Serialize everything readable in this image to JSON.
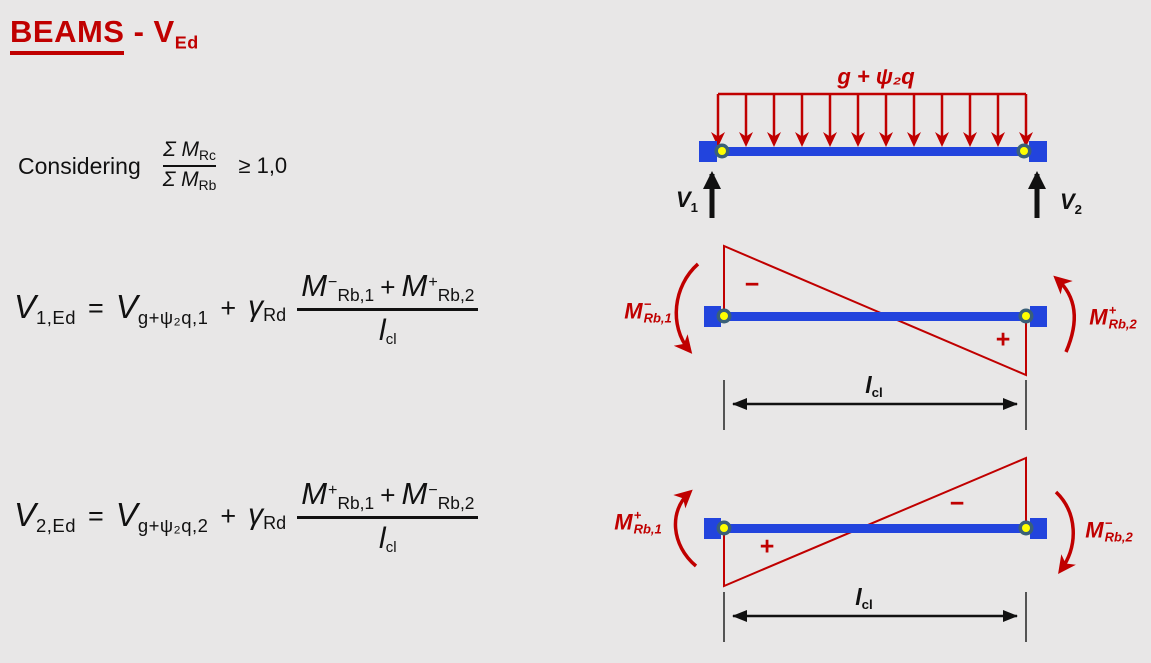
{
  "colors": {
    "accent_red": "#C00000",
    "beam_blue": "#2244DD",
    "pin_yellow": "#FFFF00",
    "pin_ring": "#3A6078",
    "text_black": "#111111",
    "background": "#E8E7E7"
  },
  "title": {
    "word": "BEAMS",
    "dash": " - ",
    "var": "V",
    "var_sub": "Ed"
  },
  "considering": {
    "label": "Considering",
    "frac": {
      "num_main": "Σ M",
      "num_sub": "Rc",
      "den_main": "Σ M",
      "den_sub": "Rb"
    },
    "condition": "≥ 1,0"
  },
  "formula1": {
    "lhs_main": "V",
    "lhs_sub": "1,Ed",
    "equals": "=",
    "term_main": "V",
    "term_sub": "g+ψ₂q,1",
    "plus": "+",
    "gamma": "γ",
    "gamma_sub": "Rd",
    "frac": {
      "m1": "M",
      "m1_sign": "−",
      "m1_sub": "Rb,1",
      "op": "+",
      "m2": "M",
      "m2_sign": "+",
      "m2_sub": "Rb,2",
      "den_main": "l",
      "den_sub": "cl"
    }
  },
  "formula2": {
    "lhs_main": "V",
    "lhs_sub": "2,Ed",
    "equals": "=",
    "term_main": "V",
    "term_sub": "g+ψ₂q,2",
    "plus": "+",
    "gamma": "γ",
    "gamma_sub": "Rd",
    "frac": {
      "m1": "M",
      "m1_sign": "+",
      "m1_sub": "Rb,1",
      "op": "+",
      "m2": "M",
      "m2_sign": "−",
      "m2_sub": "Rb,2",
      "den_main": "l",
      "den_sub": "cl"
    }
  },
  "beam_diagram": {
    "load_label": "g + ψ₂q",
    "v1_main": "V",
    "v1_sub": "1",
    "v2_main": "V",
    "v2_sub": "2"
  },
  "moment_diagram_1": {
    "left_moment": {
      "main": "M",
      "sign": "−",
      "sub": "Rb,1"
    },
    "right_moment": {
      "main": "M",
      "sign": "+",
      "sub": "Rb,2"
    },
    "sign_left": "−",
    "sign_right": "+",
    "dim_main": "l",
    "dim_sub": "cl"
  },
  "moment_diagram_2": {
    "left_moment": {
      "main": "M",
      "sign": "+",
      "sub": "Rb,1"
    },
    "right_moment": {
      "main": "M",
      "sign": "−",
      "sub": "Rb,2"
    },
    "sign_left": "+",
    "sign_right": "−",
    "dim_main": "l",
    "dim_sub": "cl"
  }
}
